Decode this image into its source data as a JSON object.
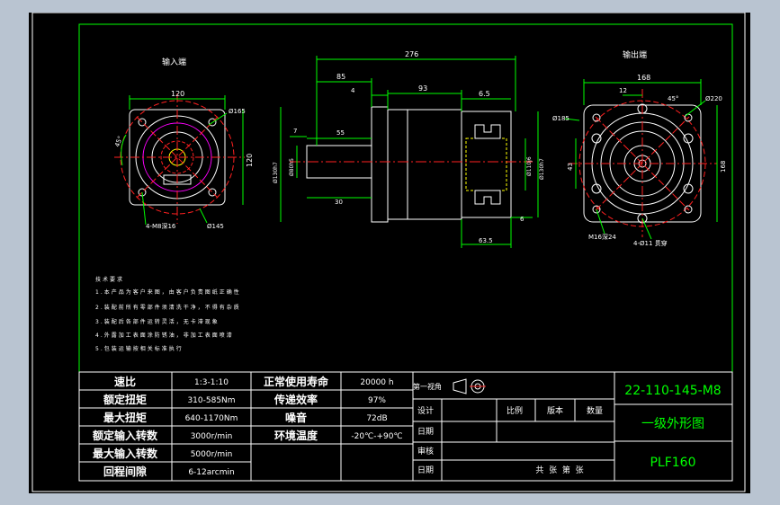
{
  "views": {
    "input_end_label": "输入端",
    "output_end_label": "输出端"
  },
  "dimensions": {
    "input": {
      "width_top": "120",
      "circle_dia": "Ø165",
      "angle": "45°",
      "height_right": "120",
      "holes": "4-M8深16",
      "pcd": "Ø145"
    },
    "side": {
      "overall": "276",
      "d85": "85",
      "d4": "4",
      "d93": "93",
      "d6_5": "6.5",
      "d7": "7",
      "d55": "55",
      "d30": "30",
      "dia_left_outer": "Ø130h7",
      "dia_left_inner": "Ø80h5",
      "dia_right_outer": "Ø110j6",
      "dia_right_inner": "Ø130h7",
      "d6": "6",
      "d63_5": "63.5"
    },
    "output": {
      "width_top": "168",
      "d12": "12",
      "angle": "45°",
      "dia_220": "Ø220",
      "dia_185": "Ø185",
      "d43": "43",
      "height_right": "168",
      "holes_thread": "M16深24",
      "holes_thru": "4-Ø11 贯穿"
    }
  },
  "notes": {
    "title": "技术要求",
    "lines": [
      "1.本产品为客户来图，由客户负责图纸正确性",
      "2.装配前所有零部件须清洗干净，不得有杂质",
      "3.装配后各部件运转灵活，无卡滞现象",
      "4.外露加工表面涂防锈油，非加工表面喷漆",
      "5.包装运输按相关标准执行"
    ]
  },
  "spec_table": {
    "rows": [
      {
        "label1": "速比",
        "value1": "1:3-1:10",
        "label2": "正常使用寿命",
        "value2": "20000 h"
      },
      {
        "label1": "额定扭矩",
        "value1": "310-585Nm",
        "label2": "传递效率",
        "value2": "97%"
      },
      {
        "label1": "最大扭矩",
        "value1": "640-1170Nm",
        "label2": "噪音",
        "value2": "72dB"
      },
      {
        "label1": "额定输入转数",
        "value1": "3000r/min",
        "label2": "环境温度",
        "value2": "-20℃-+90℃"
      },
      {
        "label1": "最大输入转数",
        "value1": "5000r/min",
        "label2": "",
        "value2": ""
      },
      {
        "label1": "回程间隙",
        "value1": "6-12arcmin",
        "label2": "",
        "value2": ""
      }
    ]
  },
  "title_block": {
    "projection": "第一视角",
    "design": "设计",
    "drafting": "日期",
    "review": "审核",
    "date": "日期",
    "scale": "比例",
    "version": "版本",
    "quantity": "数量",
    "sheets": "共  张  第  张",
    "drawing_no": "22-110-145-M8",
    "drawing_name": "一级外形图",
    "model": "PLF160"
  },
  "colors": {
    "frame": "#ffffff",
    "outline": "#ffffff",
    "dimension": "#00ff00",
    "center": "#ff2020",
    "hidden": "#ffff00",
    "accent": "#ff00ff",
    "aux": "#00ffff",
    "title_text": "#00ff00"
  }
}
